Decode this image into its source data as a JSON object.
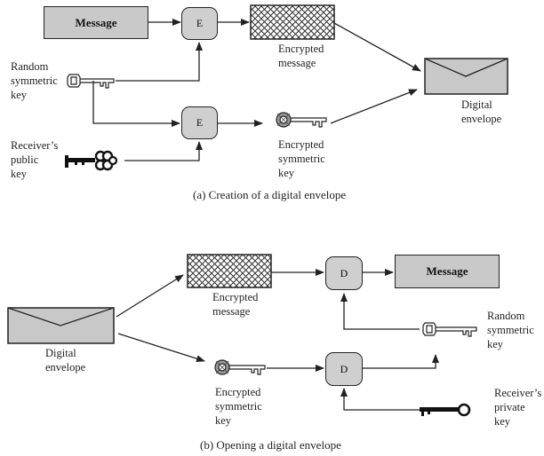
{
  "part_a": {
    "message": "Message",
    "encrypt_op_1": "E",
    "encrypt_op_2": "E",
    "random_key_label": "Random\nsymmetric\nkey",
    "receiver_public_key_label": "Receiver’s\npublic\nkey",
    "encrypted_message_label": "Encrypted\nmessage",
    "encrypted_symmetric_key_label": "Encrypted\nsymmetric\nkey",
    "digital_envelope_label": "Digital\nenvelope",
    "caption": "(a) Creation of a digital envelope"
  },
  "part_b": {
    "decrypt_op_1": "D",
    "decrypt_op_2": "D",
    "message": "Message",
    "encrypted_message_label": "Encrypted\nmessage",
    "digital_envelope_label": "Digital\nenvelope",
    "encrypted_symmetric_key_label": "Encrypted\nsymmetric\nkey",
    "random_key_label": "Random\nsymmetric\nkey",
    "receiver_private_key_label": "Receiver’s\nprivate\nkey",
    "caption": "(b) Opening a digital envelope"
  },
  "colors": {
    "box_fill": "#c9c9c9",
    "envelope_fill": "#c8c8c8",
    "stroke": "#222222"
  }
}
